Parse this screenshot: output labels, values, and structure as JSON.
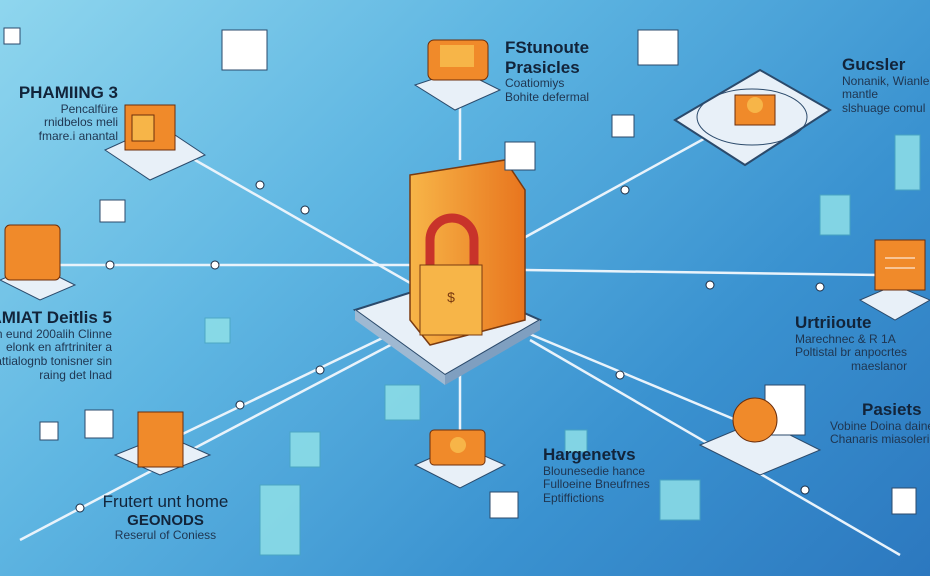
{
  "nodes": [
    {
      "id": "top-left",
      "title": "PHAMIING 3",
      "lines": [
        "Pencalfüre",
        "rnidbelos meli",
        "fmare.i anantal"
      ]
    },
    {
      "id": "top",
      "title": "FStunoute",
      "title2": "Prasicles",
      "lines": [
        "Coatiomiys",
        "Bohite defermal"
      ]
    },
    {
      "id": "top-right",
      "title": "Gucsler",
      "lines": [
        "Nonanik, Wianle",
        "mantle",
        "slshuage comul"
      ]
    },
    {
      "id": "left",
      "title": "AMIAT Deitlis 5",
      "lines": [
        "n eund  200alih Clinne",
        "elonk en afrtriniter a",
        "attialognb tonisner sin",
        "raing det lnad"
      ]
    },
    {
      "id": "right",
      "title": "Urtriioute",
      "lines": [
        "Marechnec & R 1A",
        "Poltistal br anpocrtes",
        "maeslanor"
      ]
    },
    {
      "id": "bottom-right",
      "title": "Pasiets",
      "lines": [
        "Vobine Doina daine",
        "Chanaris miasoleri"
      ]
    },
    {
      "id": "bottom-center",
      "title": "Hargenetvs",
      "lines": [
        "Blounesedie hance",
        "Fulloeine Bneufrnes",
        "Eptiffictions"
      ]
    },
    {
      "id": "bottom-left",
      "title": "Frutert unt home",
      "title2": "GEONODS",
      "lines": [
        "Reserul of Coniess"
      ]
    }
  ],
  "colors": {
    "orange": "#f08a2a",
    "orange_light": "#f7b548",
    "platform": "#e8f0f8",
    "bg_dark": "#2c78bf",
    "bg_light": "#8fd6ee"
  }
}
